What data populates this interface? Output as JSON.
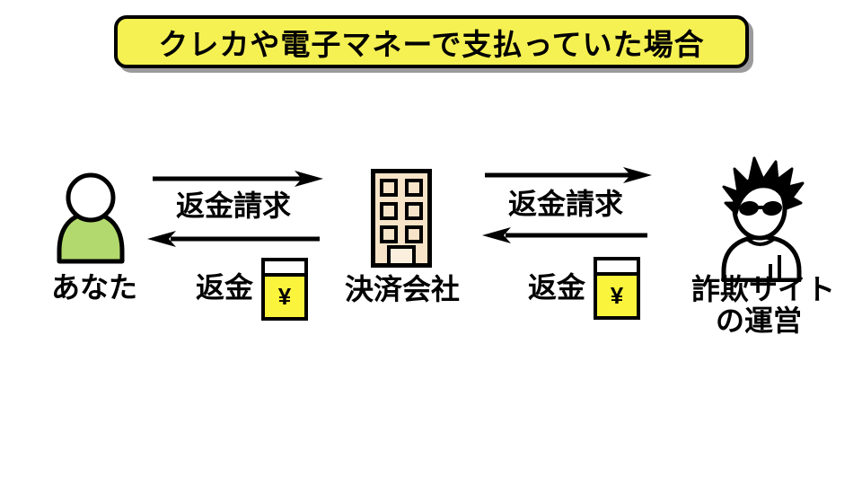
{
  "title": "クレカや電子マネーで支払っていた場合",
  "colors": {
    "banner_yellow": "#f5f152",
    "money_yellow": "#fbf43d",
    "person_green": "#b2d96d",
    "building_beige": "#f7e3c7",
    "line_black": "#000000",
    "shadow_gray": "#9b9b9b"
  },
  "actors": {
    "you": {
      "label": "あなた",
      "icon": "person-icon"
    },
    "payment_company": {
      "label": "決済会社",
      "icon": "building-icon"
    },
    "scam_operator": {
      "label_line1": "詐欺サイト",
      "label_line2": "の運営",
      "icon": "scammer-icon"
    }
  },
  "flows": {
    "left_request": {
      "from": "you",
      "to": "payment_company",
      "label": "返金請求",
      "direction": "right"
    },
    "left_refund": {
      "from": "payment_company",
      "to": "you",
      "label": "返金",
      "direction": "left",
      "currency": "¥"
    },
    "right_request": {
      "from": "payment_company",
      "to": "scam_operator",
      "label": "返金請求",
      "direction": "right"
    },
    "right_refund": {
      "from": "scam_operator",
      "to": "payment_company",
      "label": "返金",
      "direction": "left",
      "currency": "¥"
    }
  }
}
